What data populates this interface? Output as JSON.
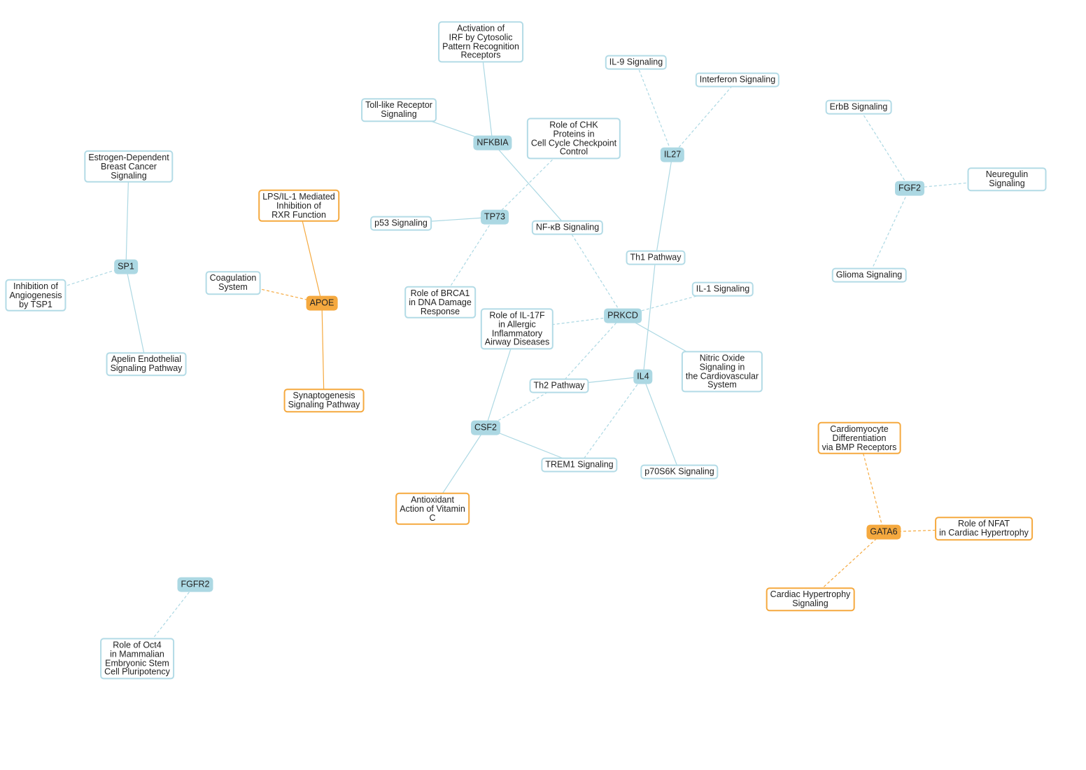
{
  "colors": {
    "blue": "#acd8e3",
    "blue_line": "#acd8e3",
    "orange": "#f5a93f"
  },
  "nodes": [
    {
      "id": "NFKBIA",
      "label": "NFKBIA",
      "kind": "gene",
      "color": "blue"
    },
    {
      "id": "TP73",
      "label": "TP73",
      "kind": "gene",
      "color": "blue"
    },
    {
      "id": "IL27",
      "label": "IL27",
      "kind": "gene",
      "color": "blue"
    },
    {
      "id": "FGF2",
      "label": "FGF2",
      "kind": "gene",
      "color": "blue"
    },
    {
      "id": "SP1",
      "label": "SP1",
      "kind": "gene",
      "color": "blue"
    },
    {
      "id": "APOE",
      "label": "APOE",
      "kind": "gene",
      "color": "orange"
    },
    {
      "id": "PRKCD",
      "label": "PRKCD",
      "kind": "gene",
      "color": "blue"
    },
    {
      "id": "IL4",
      "label": "IL4",
      "kind": "gene",
      "color": "blue"
    },
    {
      "id": "CSF2",
      "label": "CSF2",
      "kind": "gene",
      "color": "blue"
    },
    {
      "id": "GATA6",
      "label": "GATA6",
      "kind": "gene",
      "color": "orange"
    },
    {
      "id": "FGFR2",
      "label": "FGFR2",
      "kind": "gene",
      "color": "blue"
    },
    {
      "id": "irf",
      "label": "Activation of\nIRF by Cytosolic\nPattern Recognition\nReceptors",
      "kind": "pathway",
      "color": "blue"
    },
    {
      "id": "tlr",
      "label": "Toll-like Receptor\nSignaling",
      "kind": "pathway",
      "color": "blue"
    },
    {
      "id": "chk",
      "label": "Role of CHK\nProteins in\nCell Cycle Checkpoint\nControl",
      "kind": "pathway",
      "color": "blue"
    },
    {
      "id": "il9",
      "label": "IL-9 Signaling",
      "kind": "pathway",
      "color": "blue"
    },
    {
      "id": "ifn",
      "label": "Interferon Signaling",
      "kind": "pathway",
      "color": "blue"
    },
    {
      "id": "erbb",
      "label": "ErbB Signaling",
      "kind": "pathway",
      "color": "blue"
    },
    {
      "id": "nrg",
      "label": "Neuregulin Signaling",
      "kind": "pathway",
      "color": "blue"
    },
    {
      "id": "glioma",
      "label": "Glioma Signaling",
      "kind": "pathway",
      "color": "blue"
    },
    {
      "id": "estrogen",
      "label": "Estrogen-Dependent\nBreast Cancer\nSignaling",
      "kind": "pathway",
      "color": "blue"
    },
    {
      "id": "tsp1",
      "label": "Inhibition of\nAngiogenesis\nby TSP1",
      "kind": "pathway",
      "color": "blue"
    },
    {
      "id": "apelin",
      "label": "Apelin Endothelial\nSignaling Pathway",
      "kind": "pathway",
      "color": "blue"
    },
    {
      "id": "lps",
      "label": "LPS/IL-1 Mediated\nInhibition of\nRXR Function",
      "kind": "pathway",
      "color": "orange"
    },
    {
      "id": "coag",
      "label": "Coagulation\nSystem",
      "kind": "pathway",
      "color": "blue"
    },
    {
      "id": "synap",
      "label": "Synaptogenesis\nSignaling Pathway",
      "kind": "pathway",
      "color": "orange"
    },
    {
      "id": "p53",
      "label": "p53 Signaling",
      "kind": "pathway",
      "color": "blue"
    },
    {
      "id": "brca1",
      "label": "Role of BRCA1\nin DNA Damage\nResponse",
      "kind": "pathway",
      "color": "blue"
    },
    {
      "id": "nfkb",
      "label": "NF-κB Signaling",
      "kind": "pathway",
      "color": "blue"
    },
    {
      "id": "th1",
      "label": "Th1 Pathway",
      "kind": "pathway",
      "color": "blue"
    },
    {
      "id": "il1",
      "label": "IL-1 Signaling",
      "kind": "pathway",
      "color": "blue"
    },
    {
      "id": "il17f",
      "label": "Role of IL-17F\nin Allergic\nInflammatory\nAirway Diseases",
      "kind": "pathway",
      "color": "blue"
    },
    {
      "id": "no",
      "label": "Nitric Oxide\nSignaling in\nthe Cardiovascular\nSystem",
      "kind": "pathway",
      "color": "blue"
    },
    {
      "id": "th2",
      "label": "Th2 Pathway",
      "kind": "pathway",
      "color": "blue"
    },
    {
      "id": "trem1",
      "label": "TREM1 Signaling",
      "kind": "pathway",
      "color": "blue"
    },
    {
      "id": "p70",
      "label": "p70S6K Signaling",
      "kind": "pathway",
      "color": "blue"
    },
    {
      "id": "vitc",
      "label": "Antioxidant\nAction of Vitamin\nC",
      "kind": "pathway",
      "color": "orange"
    },
    {
      "id": "bmp",
      "label": "Cardiomyocyte\nDifferentiation\nvia BMP Receptors",
      "kind": "pathway",
      "color": "orange"
    },
    {
      "id": "nfat",
      "label": "Role of NFAT\nin Cardiac Hypertrophy",
      "kind": "pathway",
      "color": "orange"
    },
    {
      "id": "cardhyp",
      "label": "Cardiac Hypertrophy\nSignaling",
      "kind": "pathway",
      "color": "orange"
    },
    {
      "id": "oct4",
      "label": "Role of Oct4\nin Mammalian\nEmbryonic Stem\nCell Pluripotency",
      "kind": "pathway",
      "color": "blue"
    }
  ],
  "edges": [
    {
      "from": "NFKBIA",
      "to": "irf",
      "style": "solid",
      "color": "blue"
    },
    {
      "from": "NFKBIA",
      "to": "tlr",
      "style": "solid",
      "color": "blue"
    },
    {
      "from": "NFKBIA",
      "to": "nfkb",
      "style": "solid",
      "color": "blue"
    },
    {
      "from": "TP73",
      "to": "chk",
      "style": "dashed",
      "color": "blue"
    },
    {
      "from": "TP73",
      "to": "p53",
      "style": "solid",
      "color": "blue"
    },
    {
      "from": "TP73",
      "to": "brca1",
      "style": "dashed",
      "color": "blue"
    },
    {
      "from": "IL27",
      "to": "il9",
      "style": "dashed",
      "color": "blue"
    },
    {
      "from": "IL27",
      "to": "ifn",
      "style": "dashed",
      "color": "blue"
    },
    {
      "from": "IL27",
      "to": "th1",
      "style": "solid",
      "color": "blue"
    },
    {
      "from": "FGF2",
      "to": "erbb",
      "style": "dashed",
      "color": "blue"
    },
    {
      "from": "FGF2",
      "to": "nrg",
      "style": "dashed",
      "color": "blue"
    },
    {
      "from": "FGF2",
      "to": "glioma",
      "style": "dashed",
      "color": "blue"
    },
    {
      "from": "SP1",
      "to": "estrogen",
      "style": "solid",
      "color": "blue"
    },
    {
      "from": "SP1",
      "to": "tsp1",
      "style": "dashed",
      "color": "blue"
    },
    {
      "from": "SP1",
      "to": "apelin",
      "style": "solid",
      "color": "blue"
    },
    {
      "from": "APOE",
      "to": "lps",
      "style": "solid",
      "color": "orange"
    },
    {
      "from": "APOE",
      "to": "coag",
      "style": "dashed",
      "color": "orange"
    },
    {
      "from": "APOE",
      "to": "synap",
      "style": "solid",
      "color": "orange"
    },
    {
      "from": "PRKCD",
      "to": "nfkb",
      "style": "dashed",
      "color": "blue"
    },
    {
      "from": "PRKCD",
      "to": "il1",
      "style": "dashed",
      "color": "blue"
    },
    {
      "from": "PRKCD",
      "to": "il17f",
      "style": "dashed",
      "color": "blue"
    },
    {
      "from": "PRKCD",
      "to": "no",
      "style": "solid",
      "color": "blue"
    },
    {
      "from": "PRKCD",
      "to": "th2",
      "style": "dashed",
      "color": "blue"
    },
    {
      "from": "IL4",
      "to": "th1",
      "style": "solid",
      "color": "blue"
    },
    {
      "from": "IL4",
      "to": "th2",
      "style": "solid",
      "color": "blue"
    },
    {
      "from": "IL4",
      "to": "trem1",
      "style": "dashed",
      "color": "blue"
    },
    {
      "from": "IL4",
      "to": "p70",
      "style": "solid",
      "color": "blue"
    },
    {
      "from": "CSF2",
      "to": "il17f",
      "style": "solid",
      "color": "blue"
    },
    {
      "from": "CSF2",
      "to": "th2",
      "style": "dashed",
      "color": "blue"
    },
    {
      "from": "CSF2",
      "to": "trem1",
      "style": "solid",
      "color": "blue"
    },
    {
      "from": "CSF2",
      "to": "vitc",
      "style": "solid",
      "color": "blue"
    },
    {
      "from": "GATA6",
      "to": "bmp",
      "style": "dashed",
      "color": "orange"
    },
    {
      "from": "GATA6",
      "to": "nfat",
      "style": "dashed",
      "color": "orange"
    },
    {
      "from": "GATA6",
      "to": "cardhyp",
      "style": "dashed",
      "color": "orange"
    },
    {
      "from": "FGFR2",
      "to": "oct4",
      "style": "dashed",
      "color": "blue"
    }
  ]
}
